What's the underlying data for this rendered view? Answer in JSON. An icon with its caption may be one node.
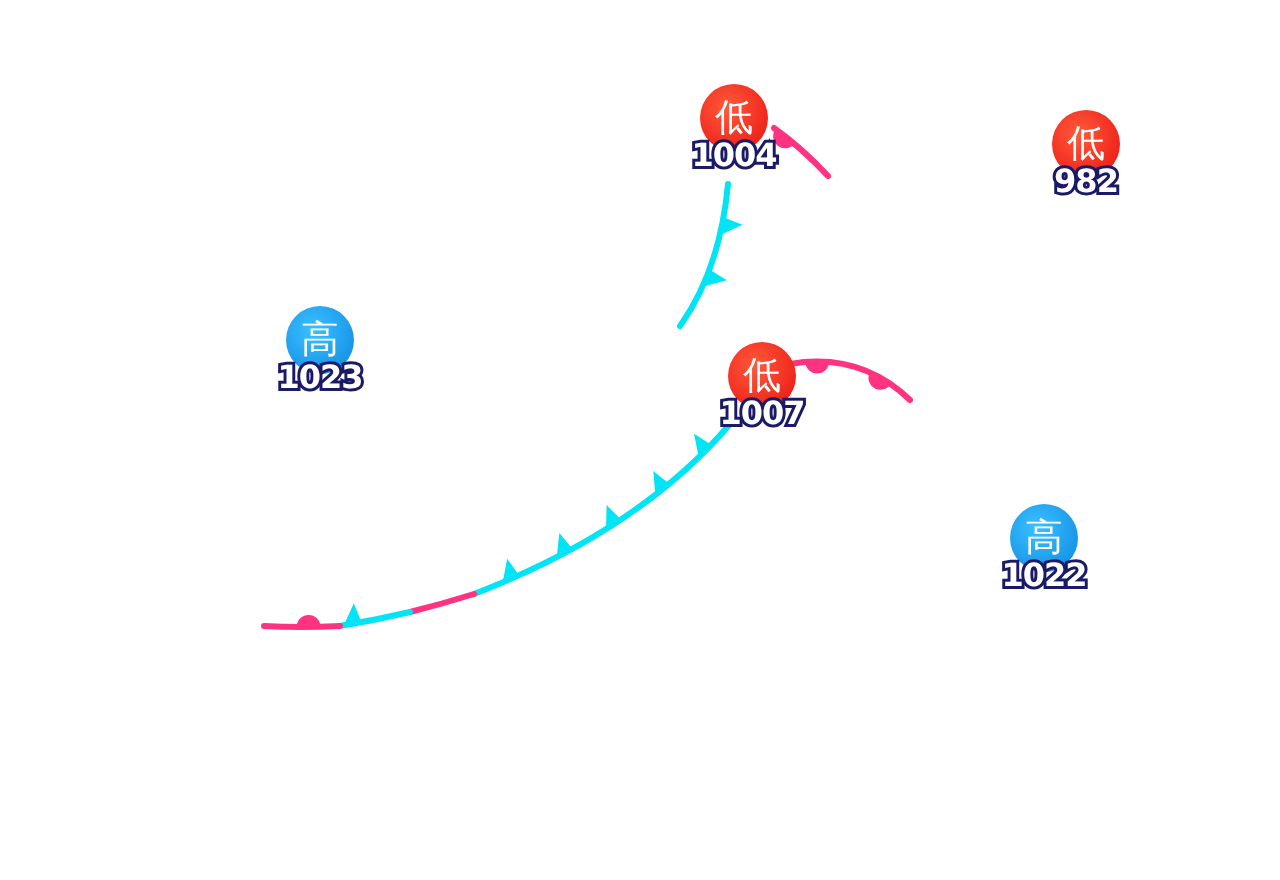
{
  "diagram": {
    "nodes": [
      {
        "text": [
          "低"
        ],
        "beside": [
          "1004"
        ]
      },
      {
        "text": [
          "低"
        ],
        "beside": [
          "982"
        ]
      },
      {
        "text": [
          "高"
        ],
        "beside": [
          "1023"
        ]
      },
      {
        "text": [
          "低"
        ],
        "beside": [
          "1007"
        ]
      },
      {
        "text": [
          "高"
        ],
        "beside": [
          "1022"
        ]
      }
    ]
  }
}
